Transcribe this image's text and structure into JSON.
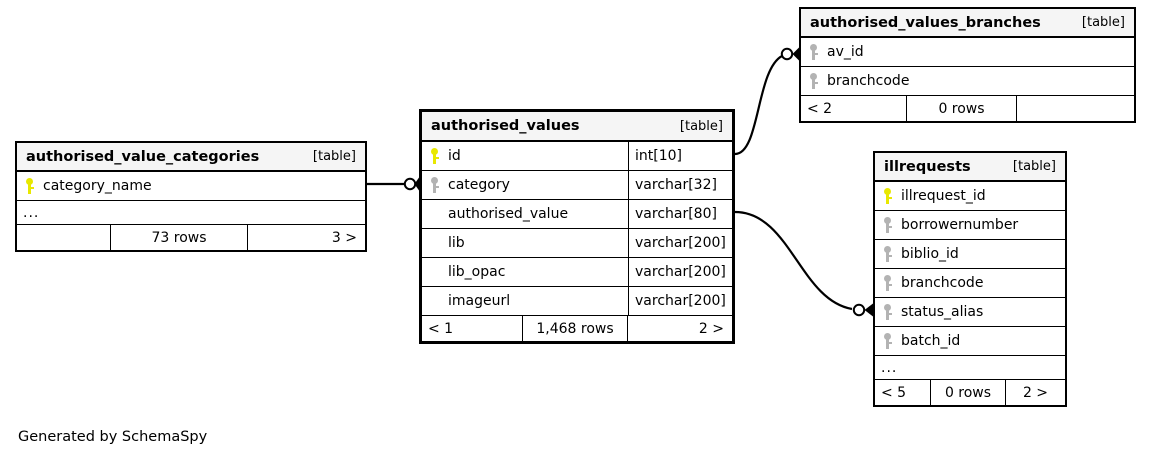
{
  "diagram": {
    "caption": "Generated by SchemaSpy",
    "table_tag": "[table]",
    "ellipsis": "...",
    "colors": {
      "primary_key": "#e8e800",
      "index_key": "#b3b3b3",
      "header_background": "#f5f5f5",
      "border": "#000000",
      "background": "#ffffff"
    }
  },
  "tables": [
    {
      "id": "authorised_value_categories",
      "name": "authorised_value_categories",
      "tag": "[table]",
      "emphasis": false,
      "has_types": false,
      "has_ellipsis": true,
      "columns": [
        {
          "name": "category_name",
          "type": "",
          "key": "primary"
        }
      ],
      "footer": {
        "left": "",
        "middle": "73 rows",
        "right": "3 >"
      }
    },
    {
      "id": "authorised_values",
      "name": "authorised_values",
      "tag": "[table]",
      "emphasis": true,
      "has_types": true,
      "has_ellipsis": false,
      "columns": [
        {
          "name": "id",
          "type": "int[10]",
          "key": "primary"
        },
        {
          "name": "category",
          "type": "varchar[32]",
          "key": "index"
        },
        {
          "name": "authorised_value",
          "type": "varchar[80]",
          "key": "none"
        },
        {
          "name": "lib",
          "type": "varchar[200]",
          "key": "none"
        },
        {
          "name": "lib_opac",
          "type": "varchar[200]",
          "key": "none"
        },
        {
          "name": "imageurl",
          "type": "varchar[200]",
          "key": "none"
        }
      ],
      "footer": {
        "left": "< 1",
        "middle": "1,468 rows",
        "right": "2 >"
      }
    },
    {
      "id": "authorised_values_branches",
      "name": "authorised_values_branches",
      "tag": "[table]",
      "emphasis": false,
      "has_types": false,
      "has_ellipsis": false,
      "columns": [
        {
          "name": "av_id",
          "type": "",
          "key": "index"
        },
        {
          "name": "branchcode",
          "type": "",
          "key": "index"
        }
      ],
      "footer": {
        "left": "< 2",
        "middle": "0 rows",
        "right": ""
      }
    },
    {
      "id": "illrequests",
      "name": "illrequests",
      "tag": "[table]",
      "emphasis": false,
      "has_types": false,
      "has_ellipsis": true,
      "columns": [
        {
          "name": "illrequest_id",
          "type": "",
          "key": "primary"
        },
        {
          "name": "borrowernumber",
          "type": "",
          "key": "index"
        },
        {
          "name": "biblio_id",
          "type": "",
          "key": "index"
        },
        {
          "name": "branchcode",
          "type": "",
          "key": "index"
        },
        {
          "name": "status_alias",
          "type": "",
          "key": "index"
        },
        {
          "name": "batch_id",
          "type": "",
          "key": "index"
        }
      ],
      "footer": {
        "left": "< 5",
        "middle": "0 rows",
        "right": "2 >"
      }
    }
  ],
  "relationships": [
    {
      "id": "rel-cats-to-values",
      "from_table": "authorised_value_categories",
      "from_column": "category_name",
      "to_table": "authorised_values",
      "to_column": "category"
    },
    {
      "id": "rel-values-to-branches",
      "from_table": "authorised_values",
      "from_column": "id",
      "to_table": "authorised_values_branches",
      "to_column": "av_id"
    },
    {
      "id": "rel-values-to-illrequests",
      "from_table": "authorised_values",
      "from_column": "authorised_value",
      "to_table": "illrequests",
      "to_column": "status_alias"
    }
  ]
}
